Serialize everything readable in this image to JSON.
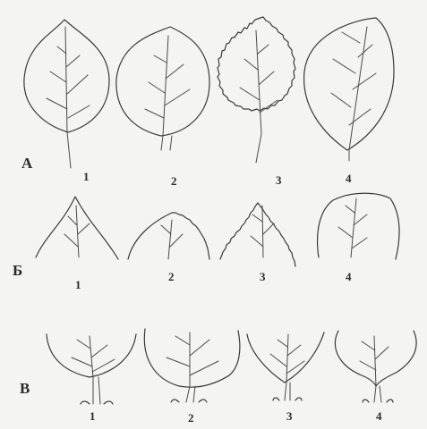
{
  "rows": [
    {
      "label": "А",
      "items": [
        "1",
        "2",
        "3",
        "4"
      ]
    },
    {
      "label": "Б",
      "items": [
        "1",
        "2",
        "3",
        "4"
      ]
    },
    {
      "label": "В",
      "items": [
        "1",
        "2",
        "3",
        "4"
      ]
    }
  ]
}
